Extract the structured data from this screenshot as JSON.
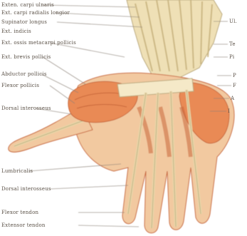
{
  "colors": {
    "skin": "#f2c9a0",
    "muscle": "#e98a55",
    "muscle_dark": "#c8663a",
    "tendon": "#e8d6a8",
    "tendon_edge": "#b9a77a",
    "ink": "#5a5046",
    "background": "#ffffff"
  },
  "labels": {
    "left_1": "Exten. carpi ulnaris",
    "left_2": "Ext. carpi radialis longior",
    "left_3": "Supinator longus",
    "left_4": "Ext. indicis",
    "left_5": "Ext. ossis metacarpi pollicis",
    "left_6": "Ext. brevis pollicis",
    "left_7": "Abductor pollicis",
    "left_8": "Flexor pollicis",
    "left_9": "Dorsal interosseus",
    "left_10": "Lumbricalis",
    "left_11": "Dorsal interosseus",
    "left_12": "Flexor tendon",
    "left_13": "Extensor tendon",
    "right_1": "Ul.",
    "right_2": "Te",
    "right_3": "Pi",
    "right_4": "P",
    "right_5": "F",
    "right_6": "A",
    "right_7": "I"
  }
}
